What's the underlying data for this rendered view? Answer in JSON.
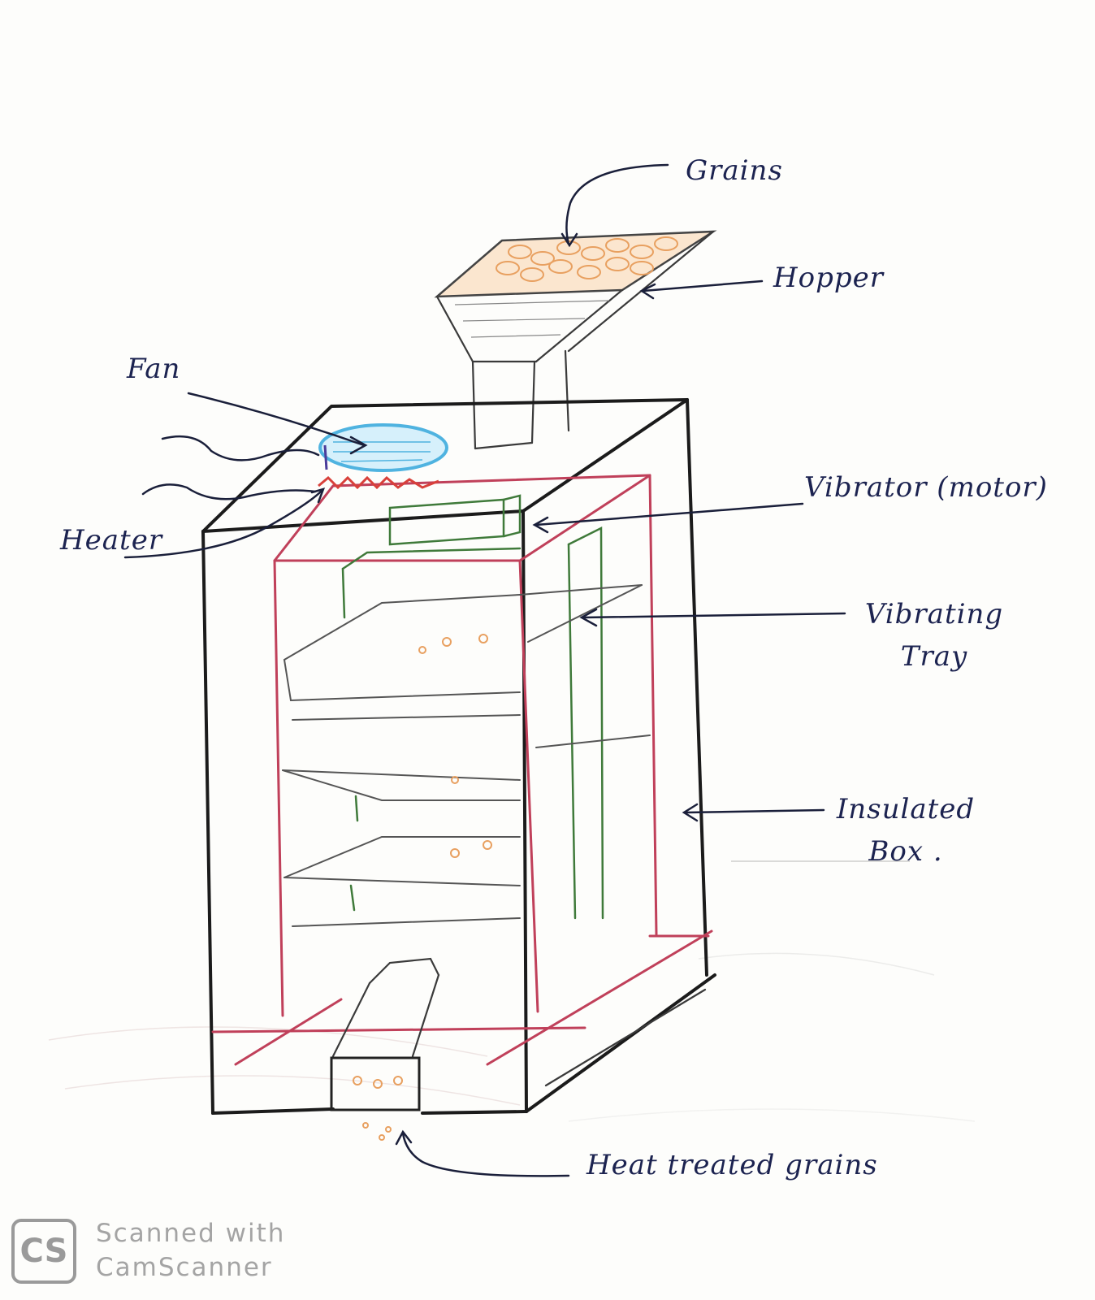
{
  "labels": {
    "grains": "Grains",
    "hopper": "Hopper",
    "fan": "Fan",
    "heater": "Heater",
    "vibrator": "Vibrator (motor)",
    "vibrating_tray": "Vibrating Tray",
    "insulated_box": "Insulated Box .",
    "heat_treated_grains": "Heat treated grains"
  },
  "watermark": {
    "logo": "CS",
    "line1": "Scanned with",
    "line2": "CamScanner"
  },
  "colors": {
    "ink": "#1a1f3a",
    "box": "#1b1b1b",
    "frame": "#c0405a",
    "vibrator": "#3f7a3a",
    "fan": "#4fb3e0",
    "grains": "#e8a060",
    "watermark": "#9a9a9a"
  }
}
